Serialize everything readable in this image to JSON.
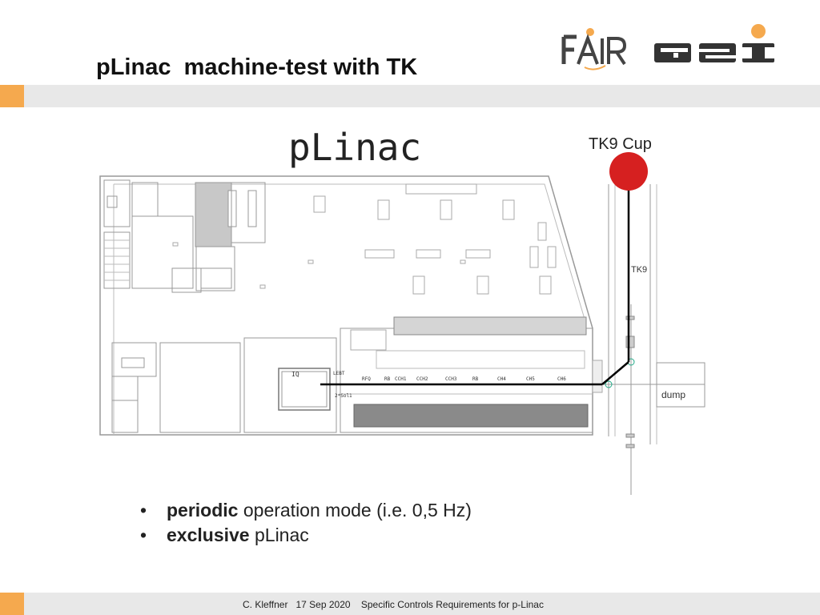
{
  "slide": {
    "title": "pLinac  machine-test with TK"
  },
  "logos": {
    "fair": "FAIR",
    "gsi": "GSI"
  },
  "diagram": {
    "heading": "pLinac",
    "cup_label": "TK9 Cup",
    "line_label": "TK9",
    "iq_label": "IQ",
    "lebt_label": "LEBT",
    "sub_label": "2*Sol1",
    "dump_label": "dump",
    "section_labels": [
      "RFQ",
      "RB",
      "CCH1",
      "CCH2",
      "CCH3",
      "RB",
      "CH4",
      "CH5",
      "CH6"
    ],
    "cup_color": "#d62020"
  },
  "bullets": [
    {
      "bold": "periodic",
      "rest": " operation mode (i.e. 0,5 Hz)"
    },
    {
      "bold": "exclusive",
      "rest": " pLinac"
    }
  ],
  "footer": {
    "text": "C. Kleffner   17 Sep 2020    Specific Controls Requirements for p-Linac"
  },
  "colors": {
    "accent": "#f5a94e",
    "band": "#e8e8e8"
  }
}
